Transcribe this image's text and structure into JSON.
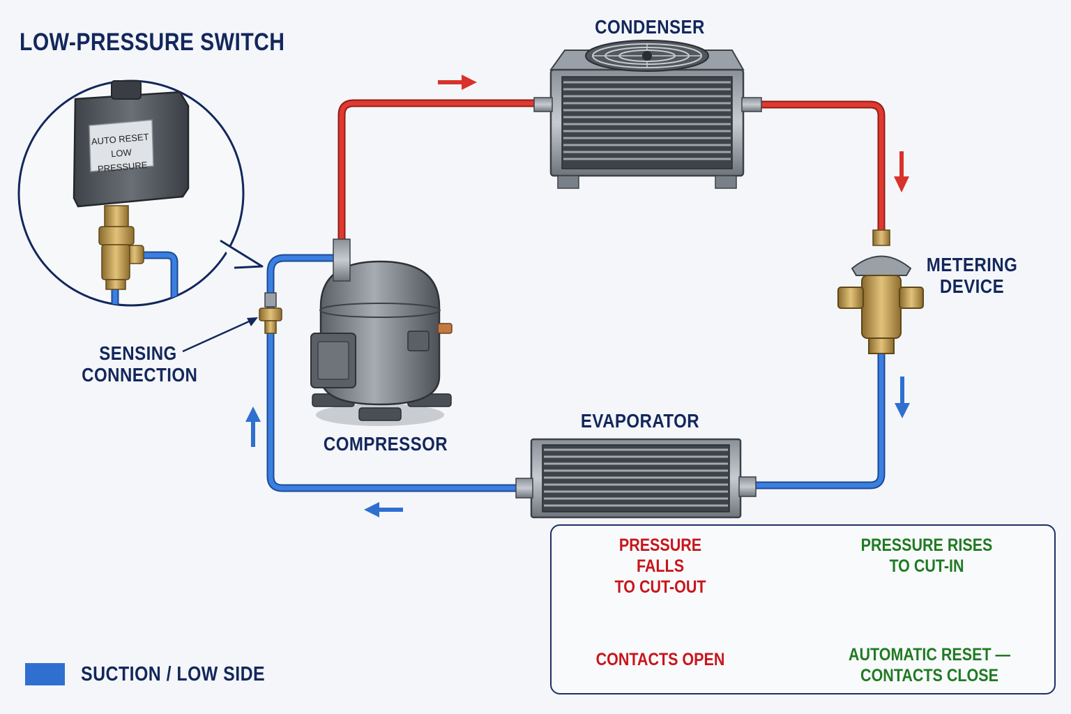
{
  "callout": {
    "title": "LOW-PRESSURE SWITCH",
    "switch_label_line1": "AUTO RESET",
    "switch_label_line2": "LOW PRESSURE"
  },
  "components": {
    "condenser": "CONDENSER",
    "compressor": "COMPRESSOR",
    "evaporator": "EVAPORATOR",
    "metering_line1": "METERING",
    "metering_line2": "DEVICE",
    "sensing_line1": "SENSING",
    "sensing_line2": "CONNECTION"
  },
  "status_panel": {
    "left": {
      "title_line1": "PRESSURE FALLS",
      "title_line2": "TO CUT-OUT",
      "caption": "CONTACTS OPEN",
      "color": "#c8151b"
    },
    "right": {
      "title_line1": "PRESSURE RISES",
      "title_line2": "TO CUT-IN",
      "caption_line1": "AUTOMATIC RESET —",
      "caption_line2": "CONTACTS CLOSE",
      "color": "#1f7a22"
    }
  },
  "legend": {
    "label": "SUCTION / LOW SIDE",
    "color": "#2f6fd0"
  },
  "colors": {
    "high_side": "#d8322b",
    "low_side": "#2f6fd0",
    "outline": "#1d2f66"
  },
  "icons": [
    "fan-icon",
    "arrow-right-icon",
    "arrow-down-icon",
    "arrow-up-icon",
    "arrow-left-icon",
    "switch-open-icon",
    "switch-closed-icon",
    "gauge-connection-icon"
  ]
}
